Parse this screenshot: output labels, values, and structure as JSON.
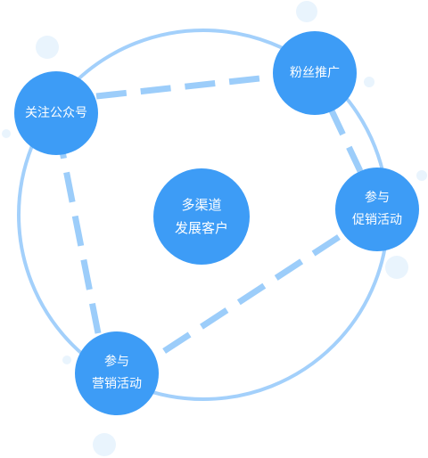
{
  "center": {
    "line1": "多渠道",
    "line2": "发展客户"
  },
  "nodes": {
    "wechat": {
      "line1": "关注公众号"
    },
    "fans": {
      "line1": "粉丝推广"
    },
    "promo": {
      "line1": "参与",
      "line2": "促销活动"
    },
    "marketing": {
      "line1": "参与",
      "line2": "营销活动"
    }
  },
  "colors": {
    "node_fill": "#3d9cf6",
    "ring": "#a3d0fb",
    "dashed_link": "#9ccdfa",
    "bubble": "#e9f4fd",
    "background": "#ffffff",
    "text": "#ffffff"
  }
}
